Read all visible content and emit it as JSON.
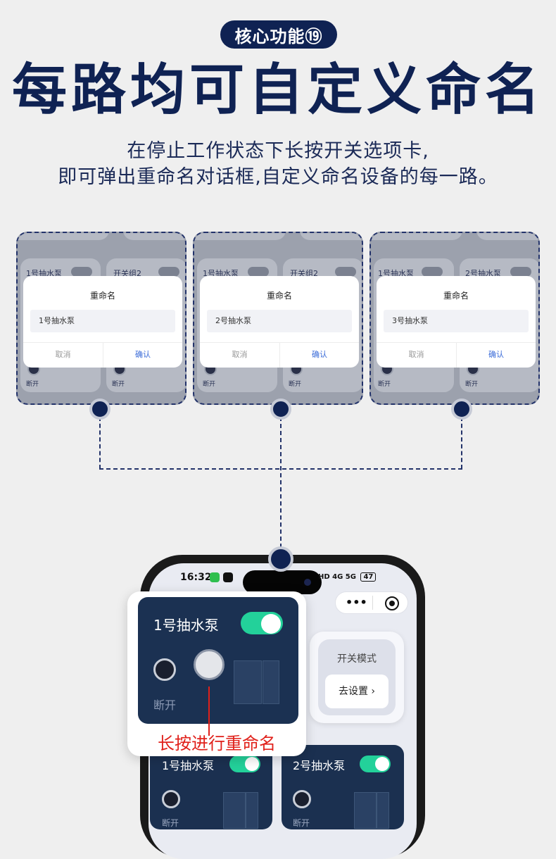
{
  "header": {
    "badge": "核心功能⑲",
    "headline": "每路均可自定义命名",
    "subtitle_line1": "在停止工作状态下长按开关选项卡,",
    "subtitle_line2": "即可弹出重命名对话框,自定义命名设备的每一路。"
  },
  "dialogs": [
    {
      "bg_label_left": "1号抽水泵",
      "bg_label_right": "开关组2",
      "bg_status": "断开",
      "title": "重命名",
      "input_value": "1号抽水泵",
      "cancel": "取消",
      "confirm": "确认"
    },
    {
      "bg_label_left": "1号抽水泵",
      "bg_label_right": "开关组2",
      "bg_status": "断开",
      "title": "重命名",
      "input_value": "2号抽水泵",
      "cancel": "取消",
      "confirm": "确认"
    },
    {
      "bg_label_left": "1号抽水泵",
      "bg_label_right": "2号抽水泵",
      "bg_status": "断开",
      "title": "重命名",
      "input_value": "3号抽水泵",
      "cancel": "取消",
      "confirm": "确认"
    }
  ],
  "phone": {
    "status": {
      "time": "16:32",
      "indicators": "HD 4G 5G",
      "battery": "47"
    },
    "capsule": {
      "more_icon": "more-dots-icon",
      "close_icon": "target-close-icon"
    },
    "mode_card": {
      "title": "开关模式",
      "button": "去设置 ›"
    },
    "popout": {
      "name": "1号抽水泵",
      "status": "断开",
      "toggle_on": true
    },
    "tiles": [
      {
        "name": "1号抽水泵",
        "status": "断开",
        "toggle_on": true
      },
      {
        "name": "2号抽水泵",
        "status": "断开",
        "toggle_on": true
      }
    ],
    "annotation": "长按进行重命名"
  },
  "colors": {
    "navy": "#0f2253",
    "accent_green": "#23d19a",
    "alert_red": "#e0201a",
    "link_blue": "#3a6bd8"
  }
}
